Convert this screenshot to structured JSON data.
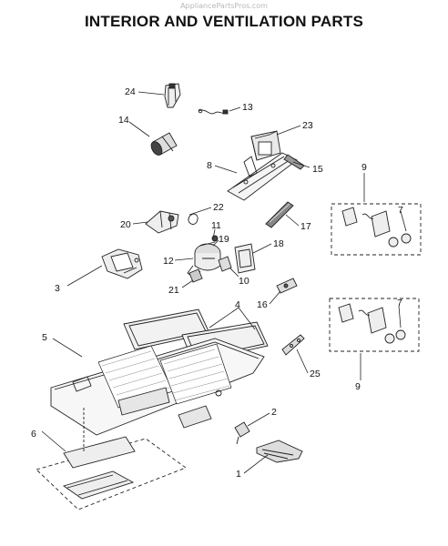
{
  "header": {
    "watermark": "AppliancePartsPros.com",
    "title": "INTERIOR AND VENTILATION PARTS"
  },
  "callouts": [
    {
      "id": "c24",
      "label": "24"
    },
    {
      "id": "c13",
      "label": "13"
    },
    {
      "id": "c14",
      "label": "14"
    },
    {
      "id": "c23",
      "label": "23"
    },
    {
      "id": "c8",
      "label": "8"
    },
    {
      "id": "c15",
      "label": "15"
    },
    {
      "id": "c9a",
      "label": "9"
    },
    {
      "id": "c7a",
      "label": "7"
    },
    {
      "id": "c22",
      "label": "22"
    },
    {
      "id": "c20",
      "label": "20"
    },
    {
      "id": "c11",
      "label": "11"
    },
    {
      "id": "c19",
      "label": "19"
    },
    {
      "id": "c17",
      "label": "17"
    },
    {
      "id": "c18",
      "label": "18"
    },
    {
      "id": "c12",
      "label": "12"
    },
    {
      "id": "c3",
      "label": "3"
    },
    {
      "id": "c10",
      "label": "10"
    },
    {
      "id": "c21",
      "label": "21"
    },
    {
      "id": "c16",
      "label": "16"
    },
    {
      "id": "c4",
      "label": "4"
    },
    {
      "id": "c5",
      "label": "5"
    },
    {
      "id": "c7b",
      "label": "7"
    },
    {
      "id": "c25",
      "label": "25"
    },
    {
      "id": "c9b",
      "label": "9"
    },
    {
      "id": "c2",
      "label": "2"
    },
    {
      "id": "c6",
      "label": "6"
    },
    {
      "id": "c1",
      "label": "1"
    }
  ]
}
